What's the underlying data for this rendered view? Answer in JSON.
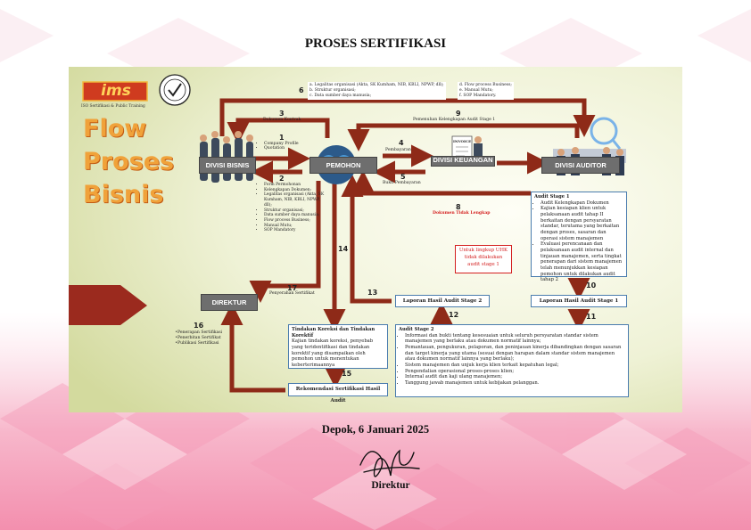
{
  "page": {
    "title": "PROSES SERTIFIKASI",
    "place_date": "Depok, 6 Januari 2025",
    "signer_role": "Direktur"
  },
  "logo": {
    "brand": "ims",
    "tagline": "ISO Sertifikasi & Public Training"
  },
  "flow_title": [
    "Flow",
    "Proses",
    "Bisnis"
  ],
  "nodes": {
    "divisi_bisnis": "DIVISI BISNIS",
    "pemohon": "PEMOHON",
    "divisi_keuangan": "DIVISI KEUANGAN",
    "divisi_auditor": "DIVISI AUDITOR",
    "direktur": "DIREKTUR"
  },
  "invoice_label": "INVOICE",
  "steps": {
    "s1_num": "1",
    "s1_items": [
      "Company Profile",
      "Quotation"
    ],
    "s2_num": "2",
    "s2_items": [
      "Form Permohonan",
      "Kelengkapan Dokumen:",
      "Legalitas organisasi (Akta, SK Kumham, NIB, KBLI, NPWP, dll);",
      "Struktur organisasi;",
      "Data sumber daya manusia;",
      "Flow process Business;",
      "Manual Mutu;",
      "SOP Mandatory"
    ],
    "s3_num": "3",
    "s3_label": "Dokumen Kontrak",
    "s4_num": "4",
    "s4_label": "Pembayaran",
    "s5_num": "5",
    "s5_label": "Bukti Pembayaran",
    "s6_num": "6",
    "s6_left": [
      "a. Legalitas organisasi (Akta, SK Kumham, NIB, KBLI, NPWP, dll);",
      "b. Struktur organisasi;",
      "c. Data sumber daya manusia;"
    ],
    "s6_right": [
      "d. Flow process Business;",
      "e. Manual Mutu;",
      "f. SOP Mandatory."
    ],
    "s8_num": "8",
    "s8_label": "Dokumen Tidak Lengkap",
    "s9_num": "9",
    "s9_label": "Pemenuhan Kelengkapan Audit Stage 1",
    "s10_num": "10",
    "s11_num": "11",
    "s12_num": "12",
    "s13_num": "13",
    "s14_num": "14",
    "s15_num": "15",
    "s16_num": "16",
    "s16_items": [
      "Penerapan Sertifikasi",
      "Penerbitan Sertifikat",
      "Publikasi Sertifikasi"
    ],
    "s17_num": "17",
    "s17_label": "Penyerahan Sertifikat"
  },
  "audit_stage1": {
    "title": "Audit Stage 1",
    "items": [
      "Audit Kelengkapan Dokumen",
      "Kajian kesiapan klien untuk pelaksanaan audit tahap II berkaitan dengan persyaratan standar, terutama yang berkaitan dengan proses, sasaran dan operasi sistem manajemen",
      "Evaluasi perencanaan dan pelaksanaan audit internal dan tinjauan manajemen, serta tingkat penerapan dari sistem manajemen telah menunjukkan kesiapan pemohon untuk dilakukan audit tahap 2"
    ]
  },
  "uhk_note": "Untuk lingkup UHK tidak dilakukan audit stage 1",
  "laporan_stage1": "Laporan Hasil Audit Stage 1",
  "laporan_stage2": "Laporan Hasil Audit Stage 2",
  "audit_stage2": {
    "title": "Audit Stage 2",
    "items": [
      "Informasi dan bukti tentang kesesuaian untuk seluruh persyaratan standar sistem manajemen yang berlaku atau dokumen normatif lainnya;",
      "Pemantauan, pengukuran, pelaporan, dan peninjauan kinerja dibandingkan dengan sasaran dan target kinerja yang utama (sesuai dengan harapan dalam standar sistem manajemen atau dokumen normatif lainnya yang berlaku);",
      "Sistem manajemen dan unjuk kerja klien terkait kepatuhan legal;",
      "Pengendalian operasional proses-proses klien;",
      "Internal audit dan kaji ulang manajemen;",
      "Tanggung jawab manajemen untuk kebijakan pelanggan."
    ]
  },
  "tindakan": {
    "title": "Tindakan Koreksi dan Tindakan Korektif",
    "body": "Kajian tindakan koreksi, penyebab yang teridentifikasi dan tindakan korektif yang disampaikan oleh pemohon untuk menentukan keberterimaannya"
  },
  "rekomendasi": "Rekomendasi Sertifikasi Hasil Audit",
  "colors": {
    "arrow": "#8e2a18",
    "flow_text": "#f0a23a",
    "note_red": "#d42020",
    "box_border": "#4a7cae"
  }
}
